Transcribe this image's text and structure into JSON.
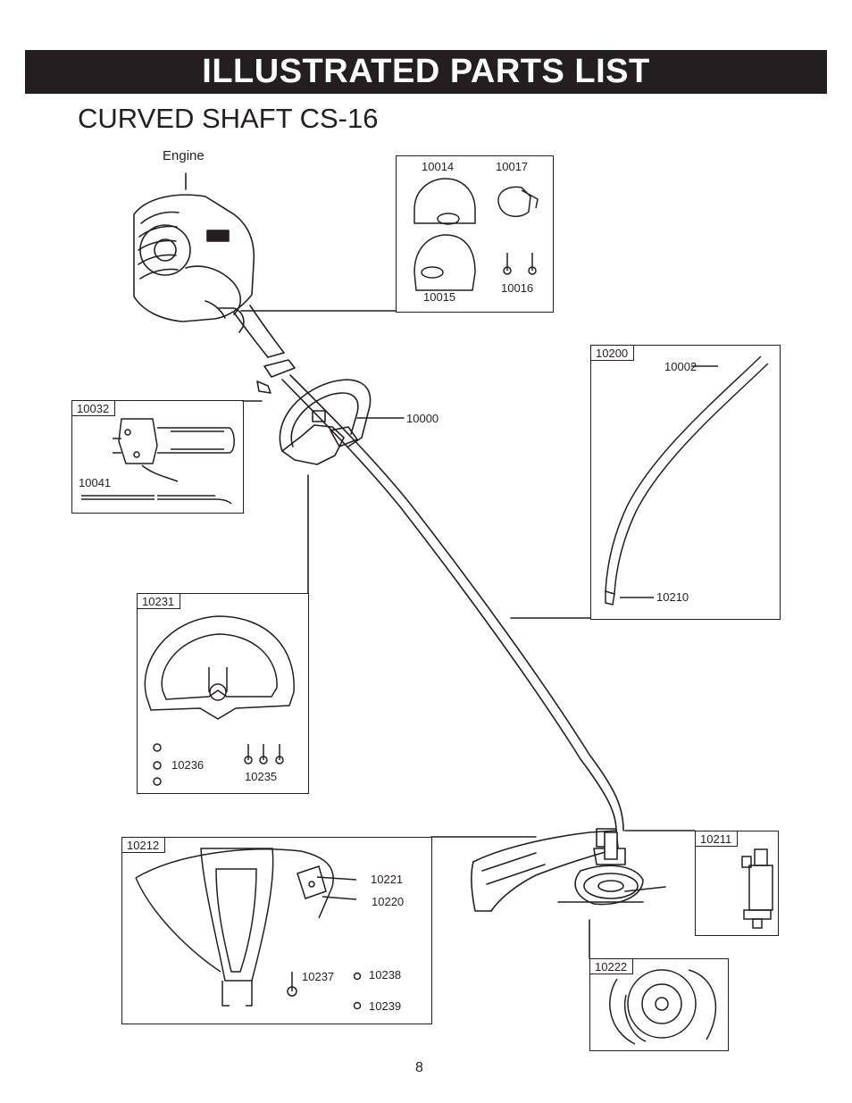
{
  "header": {
    "title": "ILLUSTRATED PARTS LIST"
  },
  "subtitle": "CURVED SHAFT CS-16",
  "engine_label": "Engine",
  "main_labels": {
    "handle": "10000",
    "tube_top": "10002",
    "tube_bottom": "10210",
    "deflector_bracket_1": "10221",
    "deflector_bracket_2": "10220",
    "bolt": "10237",
    "nut": "10238",
    "washer": "10239",
    "screws": "10235",
    "nuts_handle": "10236"
  },
  "boxes": {
    "engine_cover": {
      "labels": [
        "10014",
        "10017",
        "10015",
        "10016"
      ]
    },
    "throttle": {
      "tag": "10032",
      "cable": "10041"
    },
    "drive_shaft": {
      "tag": "10200"
    },
    "handle_kit": {
      "tag": "10231"
    },
    "deflector": {
      "tag": "10212"
    },
    "gear_head": {
      "tag": "10211"
    },
    "trimmer_head": {
      "tag": "10222"
    }
  },
  "page_number": "8"
}
